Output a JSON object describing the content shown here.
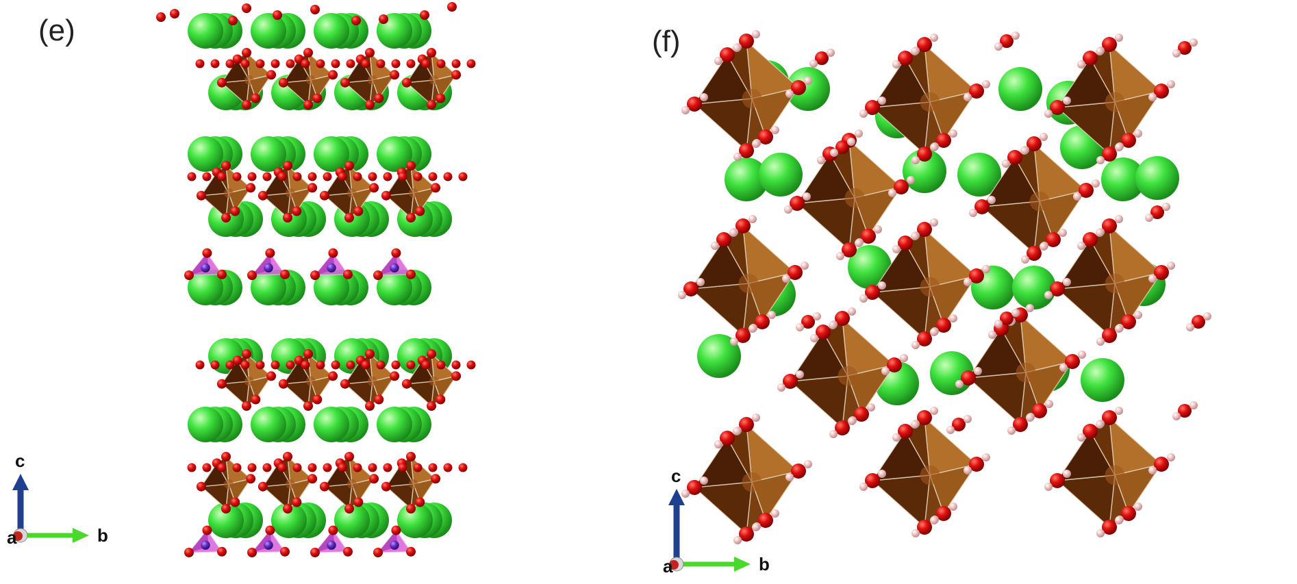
{
  "panels": [
    {
      "label": "(e)",
      "axes": {
        "vertical": "c",
        "horizontal": "b",
        "out_of_plane": "a"
      }
    },
    {
      "label": "(f)",
      "axes": {
        "vertical": "c",
        "horizontal": "b",
        "out_of_plane": "a"
      }
    }
  ],
  "colors": {
    "oxygen": "#e01010",
    "hydrogen": "#f2c4c4",
    "chlorine": "#3ee23e",
    "octahedron": "#8a4a12",
    "octahedron_dark": "#4a1f06",
    "tetrahedron": "#c040c8",
    "tetra_center": "#6a2fc8",
    "axis_c": "#1f3f8f",
    "axis_b": "#49d82b",
    "axis_a": "#c0261f"
  }
}
